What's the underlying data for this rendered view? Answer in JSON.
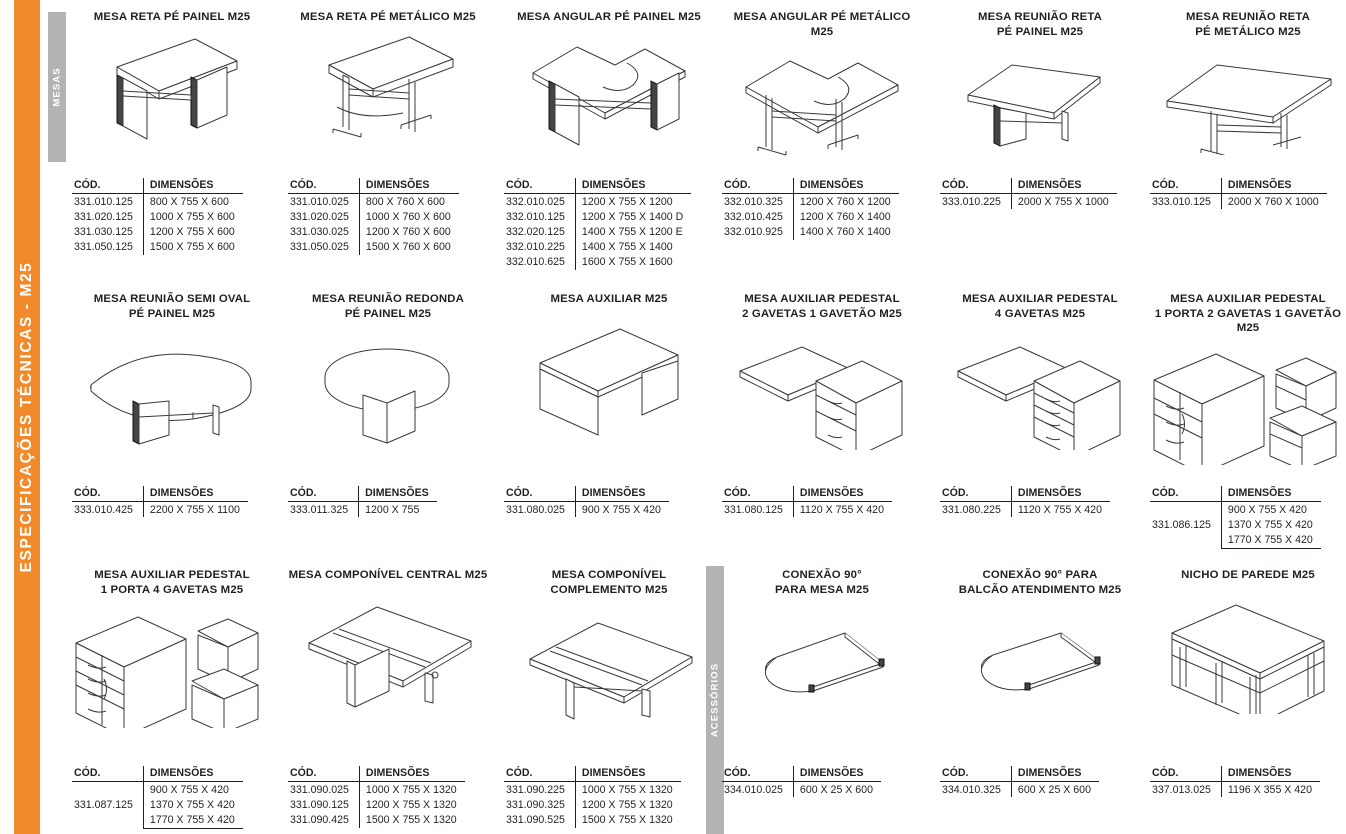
{
  "rails": {
    "main_label": "ESPECIFICAÇÕES TÉCNICAS - M25",
    "main_color": "#f08a2a",
    "section_color": "#b3b3b3",
    "sections": [
      {
        "label": "MESAS"
      },
      {
        "label": "ACESSÓRIOS"
      }
    ]
  },
  "table_headers": {
    "cod": "CÓD.",
    "dim": "DIMENSÕES"
  },
  "products": [
    {
      "title": "MESA RETA PÉ PAINEL M25",
      "icon": "desk-panel-leg-icon",
      "rows": [
        {
          "cod": "331.010.125",
          "dim": "800 X 755 X 600"
        },
        {
          "cod": "331.020.125",
          "dim": "1000 X 755 X 600"
        },
        {
          "cod": "331.030.125",
          "dim": "1200 X 755 X 600"
        },
        {
          "cod": "331.050.125",
          "dim": "1500 X 755 X 600"
        }
      ]
    },
    {
      "title": "MESA RETA PÉ METÁLICO M25",
      "icon": "desk-metal-leg-icon",
      "rows": [
        {
          "cod": "331.010.025",
          "dim": "800 X 760 X 600"
        },
        {
          "cod": "331.020.025",
          "dim": "1000 X 760 X 600"
        },
        {
          "cod": "331.030.025",
          "dim": "1200 X 760 X 600"
        },
        {
          "cod": "331.050.025",
          "dim": "1500 X 760 X 600"
        }
      ]
    },
    {
      "title": "MESA ANGULAR PÉ PAINEL M25",
      "icon": "desk-angular-panel-icon",
      "rows": [
        {
          "cod": "332.010.025",
          "dim": "1200 X 755 X 1200"
        },
        {
          "cod": "332.010.125",
          "dim": "1200 X 755 X 1400 D"
        },
        {
          "cod": "332.020.125",
          "dim": "1400 X 755 X 1200 E"
        },
        {
          "cod": "332.010.225",
          "dim": "1400 X 755 X 1400"
        },
        {
          "cod": "332.010.625",
          "dim": "1600 X 755 X 1600"
        }
      ]
    },
    {
      "title": "MESA ANGULAR PÉ METÁLICO M25",
      "icon": "desk-angular-metal-icon",
      "rows": [
        {
          "cod": "332.010.325",
          "dim": "1200 X 760 X 1200"
        },
        {
          "cod": "332.010.425",
          "dim": "1200 X 760 X 1400"
        },
        {
          "cod": "332.010.925",
          "dim": "1400 X 760 X 1400"
        }
      ]
    },
    {
      "title": "MESA REUNIÃO RETA\nPÉ PAINEL M25",
      "icon": "meeting-desk-panel-icon",
      "rows": [
        {
          "cod": "333.010.225",
          "dim": "2000 X 755 X 1000"
        }
      ]
    },
    {
      "title": "MESA REUNIÃO RETA\nPÉ METÁLICO M25",
      "icon": "meeting-desk-metal-icon",
      "rows": [
        {
          "cod": "333.010.125",
          "dim": "2000 X 760 X 1000"
        }
      ]
    },
    {
      "title": "MESA REUNIÃO SEMI OVAL\nPÉ PAINEL M25",
      "icon": "meeting-semi-oval-icon",
      "rows": [
        {
          "cod": "333.010.425",
          "dim": "2200 X 755 X 1100"
        }
      ]
    },
    {
      "title": "MESA REUNIÃO REDONDA\nPÉ PAINEL M25",
      "icon": "meeting-round-icon",
      "rows": [
        {
          "cod": "333.011.325",
          "dim": "1200 X 755"
        }
      ]
    },
    {
      "title": "MESA AUXILIAR M25",
      "icon": "aux-desk-icon",
      "rows": [
        {
          "cod": "331.080.025",
          "dim": "900 X 755 X 420"
        }
      ]
    },
    {
      "title": "MESA AUXILIAR PEDESTAL\n2 GAVETAS 1 GAVETÃO M25",
      "icon": "pedestal-2drawer-icon",
      "rows": [
        {
          "cod": "331.080.125",
          "dim": "1120 X 755 X 420"
        }
      ]
    },
    {
      "title": "MESA AUXILIAR PEDESTAL\n4 GAVETAS M25",
      "icon": "pedestal-4drawer-icon",
      "rows": [
        {
          "cod": "331.080.225",
          "dim": "1120 X 755 X 420"
        }
      ]
    },
    {
      "title": "MESA AUXILIAR PEDESTAL\n1 PORTA 2 GAVETAS 1 GAVETÃO M25",
      "icon": "pedestal-door-drawer-icon",
      "cod_span": "331.086.125",
      "rows": [
        {
          "cod": "",
          "dim": "900 X 755 X 420"
        },
        {
          "cod": "331.086.125",
          "dim": "1370 X 755 X 420"
        },
        {
          "cod": "",
          "dim": "1770 X 755 X 420"
        }
      ]
    },
    {
      "title": "MESA AUXILIAR PEDESTAL\n1 PORTA 4 GAVETAS M25",
      "icon": "pedestal-door-4drawer-icon",
      "cod_span": "331.087.125",
      "rows": [
        {
          "cod": "",
          "dim": "900 X 755 X 420"
        },
        {
          "cod": "331.087.125",
          "dim": "1370 X 755 X 420"
        },
        {
          "cod": "",
          "dim": "1770 X 755 X 420"
        }
      ]
    },
    {
      "title": "MESA COMPONÍVEL CENTRAL M25",
      "icon": "modular-central-icon",
      "rows": [
        {
          "cod": "331.090.025",
          "dim": "1000 X 755 X 1320"
        },
        {
          "cod": "331.090.125",
          "dim": "1200 X 755 X 1320"
        },
        {
          "cod": "331.090.425",
          "dim": "1500 X 755 X 1320"
        }
      ]
    },
    {
      "title": "MESA COMPONÍVEL\nCOMPLEMENTO M25",
      "icon": "modular-complement-icon",
      "rows": [
        {
          "cod": "331.090.225",
          "dim": "1000 X 755 X 1320"
        },
        {
          "cod": "331.090.325",
          "dim": "1200 X 755 X 1320"
        },
        {
          "cod": "331.090.525",
          "dim": "1500 X 755 X 1320"
        }
      ]
    },
    {
      "title": "CONEXÃO 90°\nPARA MESA M25",
      "icon": "connection-90-desk-icon",
      "rows": [
        {
          "cod": "334.010.025",
          "dim": "600 X 25 X 600"
        }
      ]
    },
    {
      "title": "CONEXÃO 90° PARA\nBALCÃO ATENDIMENTO M25",
      "icon": "connection-90-counter-icon",
      "rows": [
        {
          "cod": "334.010.325",
          "dim": "600 X 25 X 600"
        }
      ]
    },
    {
      "title": "NICHO DE PAREDE M25",
      "icon": "wall-niche-icon",
      "rows": [
        {
          "cod": "337.013.025",
          "dim": "1196 X 355 X 420"
        }
      ]
    }
  ]
}
